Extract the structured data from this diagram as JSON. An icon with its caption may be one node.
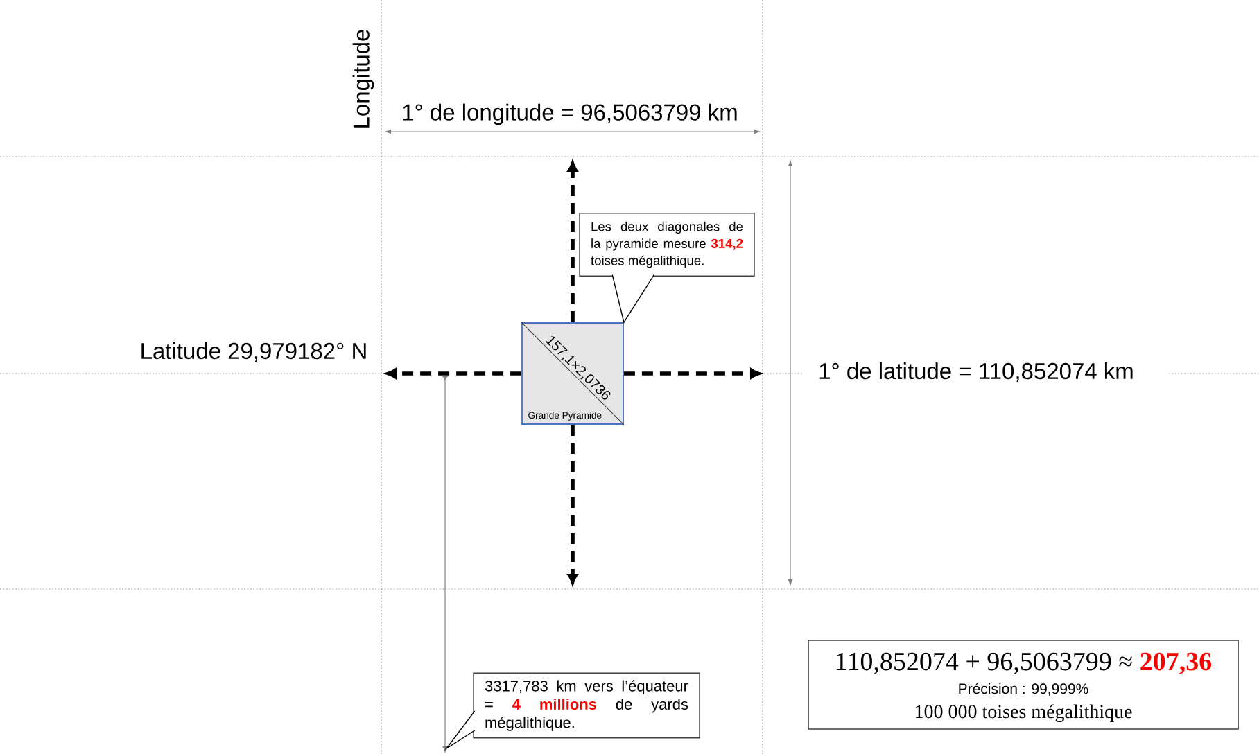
{
  "diagram": {
    "nodes": [
      {
        "text": [
          "Les deux diagonales de la pyramide mesure **314,2** toises mégalithique."
        ]
      },
      {
        "text": [
          "157,1×2,0736",
          "Grande Pyramide"
        ]
      },
      {
        "text": [
          "3317,783 km vers l’équateur = **4 millions** de yards mégalithique."
        ]
      },
      {
        "text": [
          "110,852074 + 96,5063799 ≈ **207,36**",
          "Précision : 99,999%",
          "100 000 toises mégalithique"
        ]
      }
    ],
    "edges": [
      {
        "from": 1,
        "to": null,
        "arrow": "to",
        "style": "dashed"
      },
      {
        "from": 1,
        "to": null,
        "arrow": "to",
        "style": "dashed"
      },
      {
        "from": 1,
        "to": null,
        "arrow": "to",
        "style": "dashed"
      },
      {
        "from": 1,
        "to": null,
        "arrow": "to",
        "style": "dashed"
      },
      {
        "from": 0,
        "to": 1,
        "arrow": "to"
      },
      {
        "from": 2,
        "to": null,
        "arrow": "to"
      }
    ],
    "labels": [
      "Longitude",
      "1° de longitude = 96,5063799 km",
      "Latitude 29,979182° N",
      "1° de latitude = 110,852074 km"
    ]
  }
}
